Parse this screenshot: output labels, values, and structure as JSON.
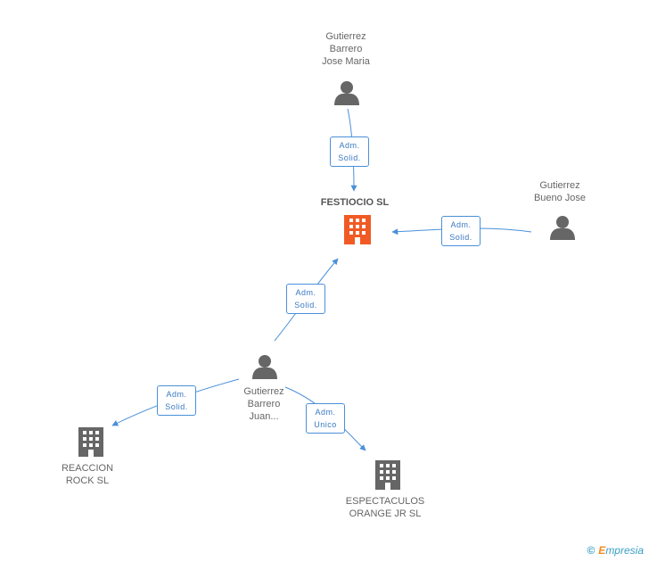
{
  "colors": {
    "person": "#666666",
    "company": "#666666",
    "focus_company": "#f15a24",
    "edge": "#4a90d9"
  },
  "nodes": {
    "gutierrez_barrero_jose_maria": {
      "label": "Gutierrez\nBarrero\nJose Maria",
      "icon": "person-icon"
    },
    "festiocio": {
      "label": "FESTIOCIO SL",
      "icon": "building-icon"
    },
    "gutierrez_bueno_jose": {
      "label": "Gutierrez\nBueno Jose",
      "icon": "person-icon"
    },
    "gutierrez_barrero_juan": {
      "label": "Gutierrez\nBarrero\nJuan...",
      "icon": "person-icon"
    },
    "reaccion_rock": {
      "label": "REACCION\nROCK SL",
      "icon": "building-icon"
    },
    "espectaculos_orange": {
      "label": "ESPECTACULOS\nORANGE JR SL",
      "icon": "building-icon"
    }
  },
  "edges": {
    "e1": {
      "label": "Adm.\nSolid."
    },
    "e2": {
      "label": "Adm.\nSolid."
    },
    "e3": {
      "label": "Adm.\nSolid."
    },
    "e4": {
      "label": "Adm.\nSolid."
    },
    "e5": {
      "label": "Adm.\nUnico"
    }
  },
  "brand": {
    "copyright": "©",
    "e": "E",
    "rest": "mpresia"
  }
}
